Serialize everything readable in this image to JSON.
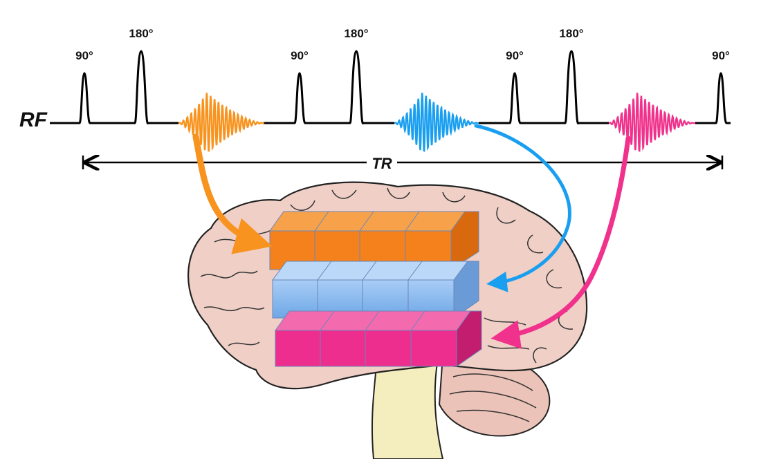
{
  "rf": {
    "axis_label": "RF",
    "flip_angles": [
      "90°",
      "180°",
      "90°",
      "180°",
      "90°",
      "180°",
      "90°"
    ]
  },
  "tr_label": "TR",
  "colors": {
    "orange": "#f7931e",
    "blue": "#1a9ff0",
    "pink": "#f0328c",
    "orange_block": "#f4811c",
    "blue_block": "#8cbcf0",
    "pink_block": "#ee2e8e",
    "brain": "#efcfc6"
  },
  "slices": {
    "columns": 4,
    "order": [
      "orange",
      "blue",
      "pink"
    ]
  }
}
